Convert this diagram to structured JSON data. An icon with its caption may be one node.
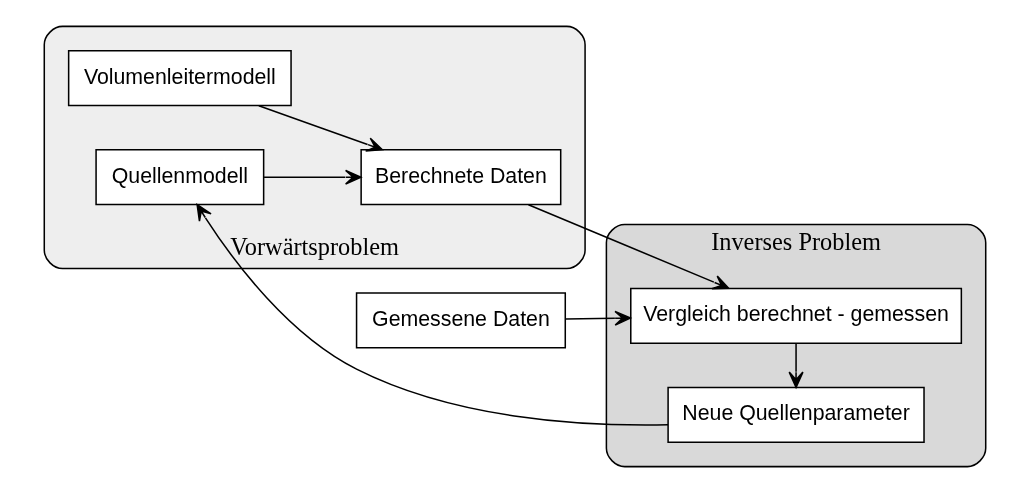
{
  "diagram": {
    "nodes": [
      {
        "text": [
          "Inverses Problem"
        ]
      },
      {
        "text": [
          "Neue Quellenparameter"
        ],
        "in": 0
      },
      {
        "text": [
          "Vergleich berechnet - gemessen"
        ],
        "in": 0
      },
      {
        "text": [
          "Vorwärtsproblem"
        ]
      },
      {
        "text": [
          "Quellenmodell"
        ],
        "in": 3
      },
      {
        "text": [
          "Volumenleitermodell"
        ],
        "in": 3
      },
      {
        "text": [
          "Berechnete Daten"
        ],
        "in": 3
      },
      {
        "text": [
          "Gemessene Daten"
        ]
      }
    ],
    "edges": [
      {
        "from": 1,
        "to": 4,
        "arrow": "to"
      },
      {
        "from": 4,
        "to": 6,
        "arrow": "to"
      },
      {
        "from": 5,
        "to": 6,
        "arrow": "to"
      },
      {
        "from": 6,
        "to": 2,
        "arrow": "to"
      },
      {
        "from": 7,
        "to": 2,
        "arrow": "to"
      },
      {
        "from": 2,
        "to": 1,
        "arrow": "to"
      }
    ]
  }
}
